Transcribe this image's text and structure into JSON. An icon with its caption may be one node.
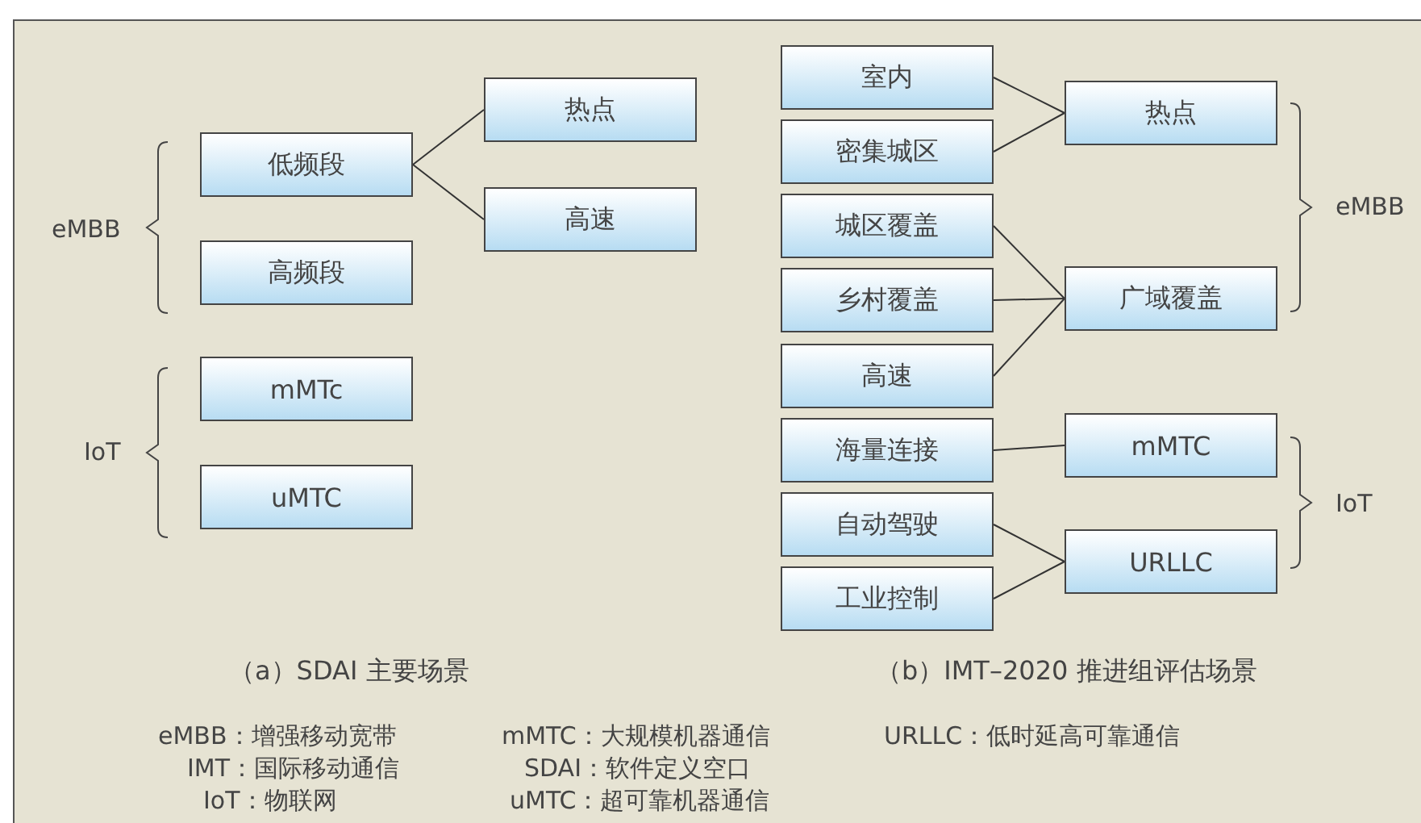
{
  "diagram": {
    "nodes": [
      {
        "text": [
          "低频段"
        ]
      },
      {
        "text": [
          "热点"
        ]
      },
      {
        "text": [
          "高速"
        ]
      },
      {
        "text": [
          "高频段"
        ]
      },
      {
        "text": [
          "mMTc"
        ]
      },
      {
        "text": [
          "uMTC"
        ]
      },
      {
        "text": [
          "室内"
        ]
      },
      {
        "text": [
          "密集城区"
        ]
      },
      {
        "text": [
          "热点"
        ]
      },
      {
        "text": [
          "城区覆盖"
        ]
      },
      {
        "text": [
          "乡村覆盖"
        ]
      },
      {
        "text": [
          "广域覆盖"
        ]
      },
      {
        "text": [
          "高速"
        ]
      },
      {
        "text": [
          "海量连接"
        ]
      },
      {
        "text": [
          "mMTC"
        ]
      },
      {
        "text": [
          "自动驾驶"
        ]
      },
      {
        "text": [
          "工业控制"
        ]
      },
      {
        "text": [
          "URLLC"
        ]
      }
    ],
    "edges": [
      {
        "from": 0,
        "to": 1,
        "arrow": "none"
      },
      {
        "from": 0,
        "to": 2,
        "arrow": "none"
      },
      {
        "from": 6,
        "to": 8,
        "arrow": "none"
      },
      {
        "from": 7,
        "to": 8,
        "arrow": "none"
      },
      {
        "from": 9,
        "to": 11,
        "arrow": "none"
      },
      {
        "from": 10,
        "to": 11,
        "arrow": "none"
      },
      {
        "from": 12,
        "to": 11,
        "arrow": "none"
      },
      {
        "from": 13,
        "to": 14,
        "arrow": "none"
      },
      {
        "from": 15,
        "to": 17,
        "arrow": "none"
      },
      {
        "from": 16,
        "to": 17,
        "arrow": "none"
      }
    ],
    "labels": [
      "eMBB",
      "IoT",
      "eMBB",
      "IoT",
      "（a）SDAI 主要场景",
      "（b）IMT–2020 推进组评估场景",
      "eMBB：增强移动宽带",
      "mMTC：大规模机器通信",
      "URLLC：低时延高可靠通信",
      "IMT：国际移动通信",
      "SDAI：软件定义空口",
      "IoT：物联网",
      "uMTC：超可靠机器通信"
    ]
  }
}
